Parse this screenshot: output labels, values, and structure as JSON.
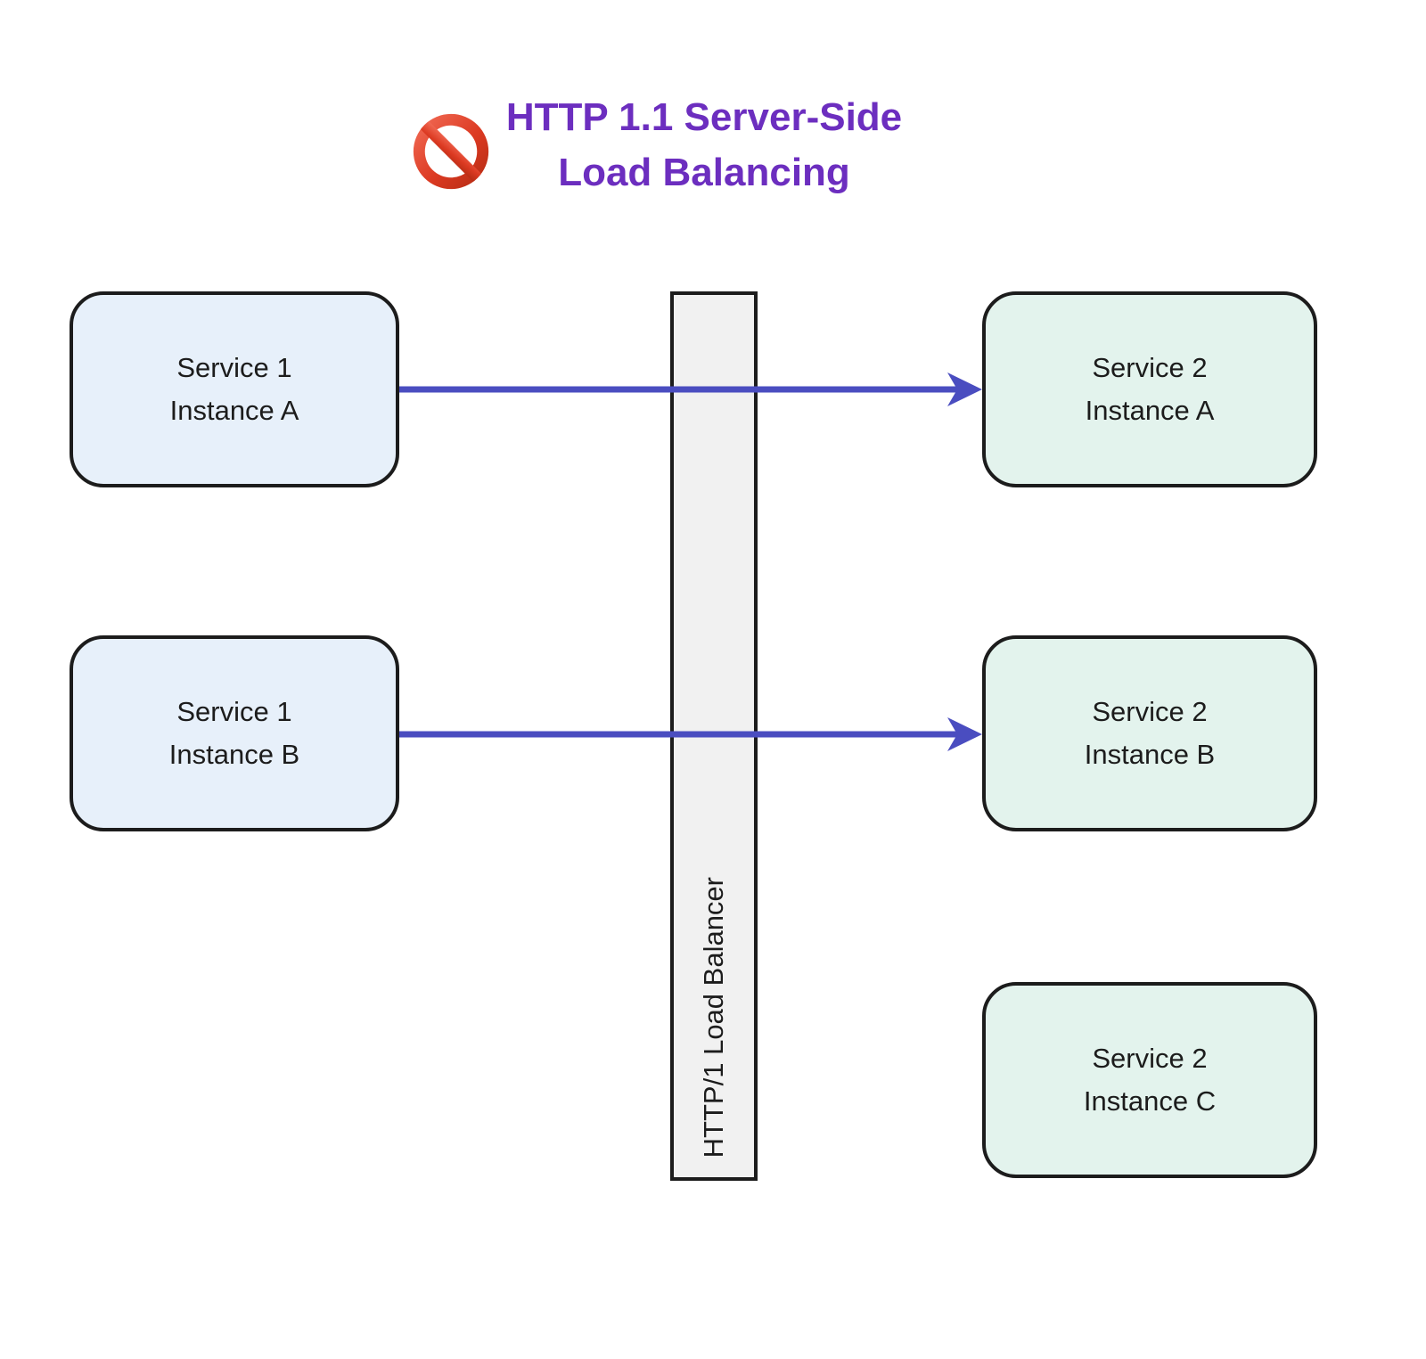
{
  "title": {
    "line1": "HTTP 1.1 Server-Side",
    "line2": "Load Balancing",
    "icon": "no-entry"
  },
  "nodes": {
    "left": [
      {
        "line1": "Service 1",
        "line2": "Instance A"
      },
      {
        "line1": "Service 1",
        "line2": "Instance B"
      }
    ],
    "right": [
      {
        "line1": "Service 2",
        "line2": "Instance A"
      },
      {
        "line1": "Service 2",
        "line2": "Instance B"
      },
      {
        "line1": "Service 2",
        "line2": "Instance C"
      }
    ]
  },
  "load_balancer": {
    "label": "HTTP/1 Load Balancer"
  },
  "edges": [
    {
      "from": "Service 1 Instance A",
      "to": "Service 2 Instance A",
      "via": "HTTP/1 Load Balancer"
    },
    {
      "from": "Service 1 Instance B",
      "to": "Service 2 Instance B",
      "via": "HTTP/1 Load Balancer"
    }
  ],
  "colors": {
    "title_color": "#6C2EBF",
    "arrow_color": "#4A4DC0",
    "left_node_fill": "#E7F0FA",
    "right_node_fill": "#E3F3ED",
    "bar_fill": "#F1F1F1",
    "border_color": "#1C1C1C",
    "no_entry_red": "#DC3A22"
  }
}
